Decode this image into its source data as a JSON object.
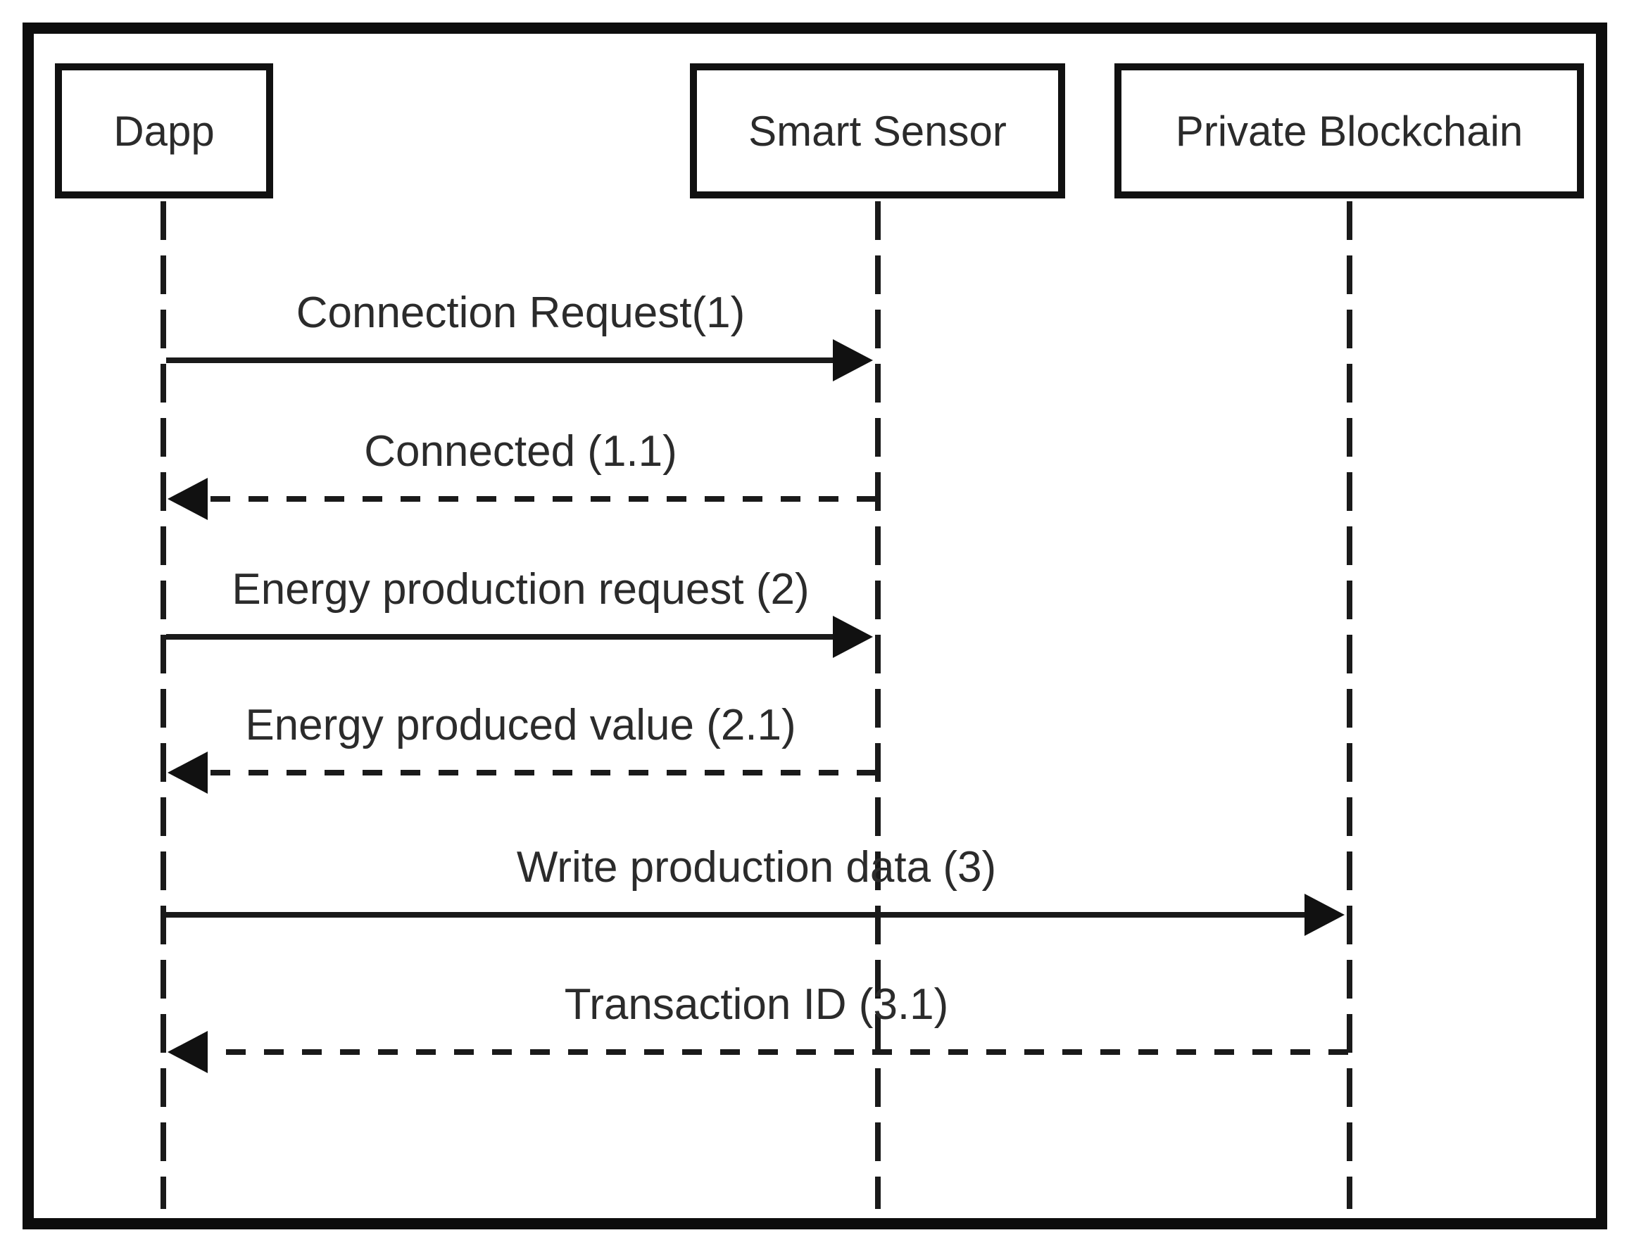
{
  "diagram": {
    "kind": "uml-sequence-diagram",
    "actors": [
      {
        "id": "dapp",
        "label": "Dapp"
      },
      {
        "id": "smart-sensor",
        "label": "Smart Sensor"
      },
      {
        "id": "private-blockchain",
        "label": "Private Blockchain"
      }
    ],
    "messages": [
      {
        "label": "Connection Request(1)",
        "from": "Dapp",
        "to": "Smart Sensor",
        "line": "solid",
        "direction": "right"
      },
      {
        "label": "Connected (1.1)",
        "from": "Smart Sensor",
        "to": "Dapp",
        "line": "dashed",
        "direction": "left"
      },
      {
        "label": "Energy production request (2)",
        "from": "Dapp",
        "to": "Smart Sensor",
        "line": "solid",
        "direction": "right"
      },
      {
        "label": "Energy produced value (2.1)",
        "from": "Smart Sensor",
        "to": "Dapp",
        "line": "dashed",
        "direction": "left"
      },
      {
        "label": "Write production data (3)",
        "from": "Dapp",
        "to": "Private Blockchain",
        "line": "solid",
        "direction": "right"
      },
      {
        "label": "Transaction ID (3.1)",
        "from": "Private Blockchain",
        "to": "Dapp",
        "line": "dashed",
        "direction": "left"
      }
    ],
    "colors": {
      "background": "#ffffff",
      "border": "#0d0d0d",
      "line": "#1a1a1a",
      "text": "#2b2b2b"
    }
  }
}
